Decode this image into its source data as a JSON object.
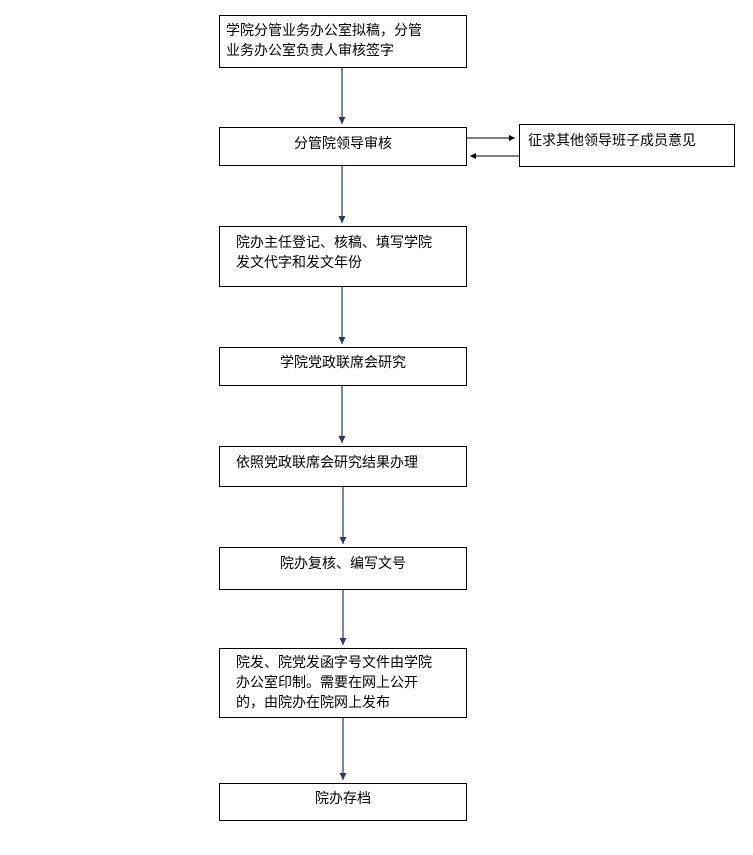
{
  "flowchart": {
    "steps": [
      {
        "text": "学院分管业务办公室拟稿，分管\n业务办公室负责人审核签字"
      },
      {
        "text": "分管院领导审核"
      },
      {
        "text": "院办主任登记、核稿、填写学院\n发文代字和发文年份"
      },
      {
        "text": "学院党政联席会研究"
      },
      {
        "text": "依照党政联席会研究结果办理"
      },
      {
        "text": "院办复核、编写文号"
      },
      {
        "text": "院发、院党发函字号文件由学院\n办公室印制。需要在网上公开\n的，由院办在院网上发布"
      },
      {
        "text": "院办存档"
      }
    ],
    "side_step": {
      "text": "征求其他领导班子成员意见"
    }
  }
}
